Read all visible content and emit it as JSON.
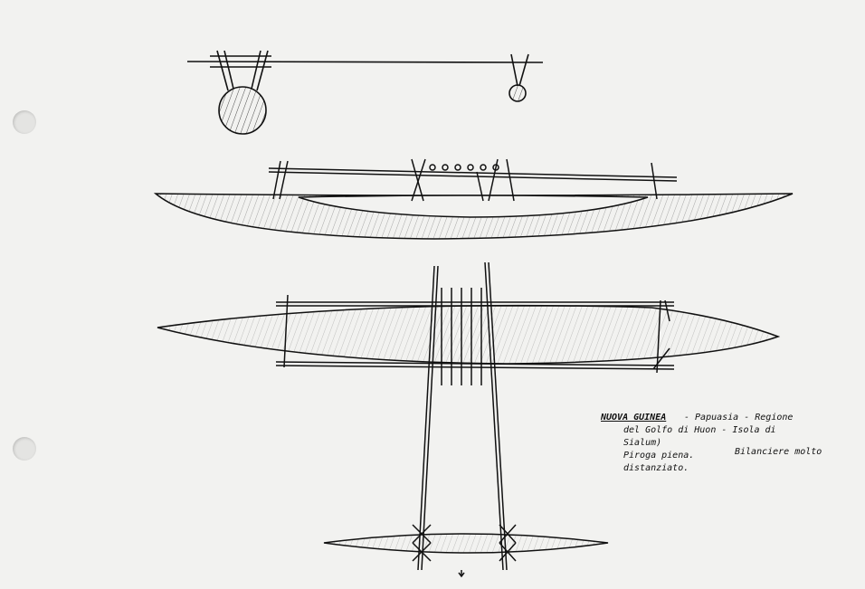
{
  "caption": {
    "title": "NUOVA GUINEA",
    "region_part1": "- Papuasia - Regione",
    "region_part2": "del Golfo di Huon - Isola di",
    "region_part3": "Sialum)",
    "boat_type": "Piroga piena.",
    "outrigger_note_1": "Bilanciere molto",
    "outrigger_note_2": "distanziato."
  }
}
